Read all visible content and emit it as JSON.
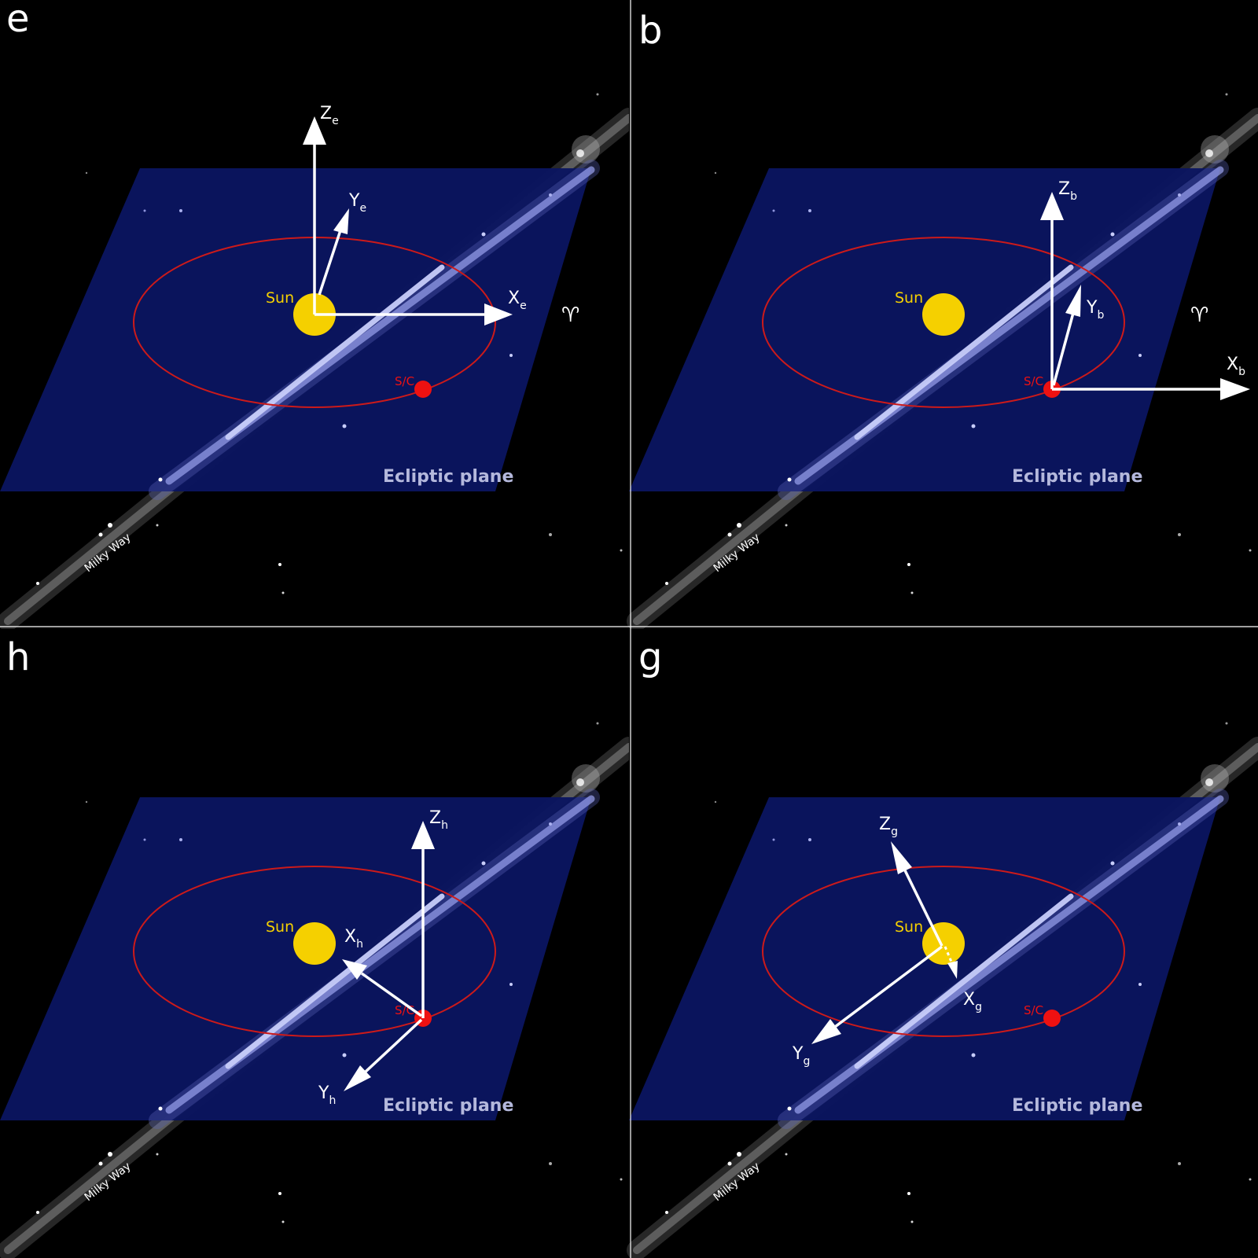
{
  "panels": {
    "e": {
      "letter": "e",
      "sun_label": "Sun",
      "sc_label": "S/C",
      "plane_label": "Ecliptic plane",
      "milky_way_label": "Milky Way",
      "aries_symbol": "♈",
      "axes": {
        "z": {
          "main": "Z",
          "sub": "e"
        },
        "y": {
          "main": "Y",
          "sub": "e"
        },
        "x": {
          "main": "X",
          "sub": "e"
        }
      }
    },
    "b": {
      "letter": "b",
      "sun_label": "Sun",
      "sc_label": "S/C",
      "plane_label": "Ecliptic plane",
      "milky_way_label": "Milky Way",
      "aries_symbol": "♈",
      "axes": {
        "z": {
          "main": "Z",
          "sub": "b"
        },
        "y": {
          "main": "Y",
          "sub": "b"
        },
        "x": {
          "main": "X",
          "sub": "b"
        }
      }
    },
    "h": {
      "letter": "h",
      "sun_label": "Sun",
      "sc_label": "S/C",
      "plane_label": "Ecliptic plane",
      "milky_way_label": "Milky Way",
      "axes": {
        "z": {
          "main": "Z",
          "sub": "h"
        },
        "x": {
          "main": "X",
          "sub": "h"
        },
        "y": {
          "main": "Y",
          "sub": "h"
        }
      }
    },
    "g": {
      "letter": "g",
      "sun_label": "Sun",
      "sc_label": "S/C",
      "plane_label": "Ecliptic plane",
      "milky_way_label": "Milky Way",
      "axes": {
        "z": {
          "main": "Z",
          "sub": "g"
        },
        "x": {
          "main": "X",
          "sub": "g"
        },
        "y": {
          "main": "Y",
          "sub": "g"
        }
      }
    }
  },
  "colors": {
    "background": "#000000",
    "plane": "#0a1560",
    "orbit": "#cc1a1a",
    "sun": "#f5d000",
    "spacecraft": "#ee1111",
    "milky_way": "#c8cdfa",
    "arrows": "#ffffff"
  }
}
